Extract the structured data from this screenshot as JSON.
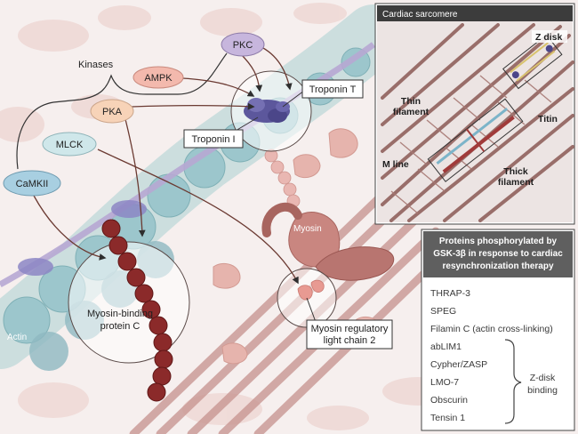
{
  "kinases": {
    "group_label": "Kinases",
    "pkc": "PKC",
    "ampk": "AMPK",
    "pka": "PKA",
    "mlck": "MLCK",
    "camkii": "CaMKII"
  },
  "targets": {
    "troponin_t": "Troponin T",
    "troponin_i": "Troponin I",
    "myosin": "Myosin",
    "actin": "Actin",
    "mybpc": [
      "Myosin-binding",
      "protein C"
    ],
    "mrlc": [
      "Myosin regulatory",
      "light chain 2"
    ]
  },
  "inset": {
    "title": "Cardiac sarcomere",
    "z_disk": "Z disk",
    "thin_filament": [
      "Thin",
      "filament"
    ],
    "titin": "Titin",
    "m_line": "M line",
    "thick_filament": [
      "Thick",
      "filament"
    ]
  },
  "gsk_panel": {
    "header": [
      "Proteins phosphorylated by",
      "GSK-3β in response to cardiac",
      "resynchronization therapy"
    ],
    "proteins": [
      "THRAP-3",
      "SPEG",
      "Filamin C (actin cross-linking)",
      "abLIM1",
      "Cypher/ZASP",
      "LMO-7",
      "Obscurin",
      "Tensin 1"
    ],
    "bracket_label": [
      "Z-disk",
      "binding"
    ]
  },
  "colors": {
    "background": "#f6efee",
    "pkc": "#c7b6dd",
    "ampk": "#f3b9ad",
    "pka": "#f7d3b8",
    "mlck": "#cfe7ea",
    "camkii": "#a8cfe1",
    "panel_header": "#5f5f5f",
    "inset_header": "#3c3c3c",
    "mybpc_bead": "#8b2a2a"
  }
}
